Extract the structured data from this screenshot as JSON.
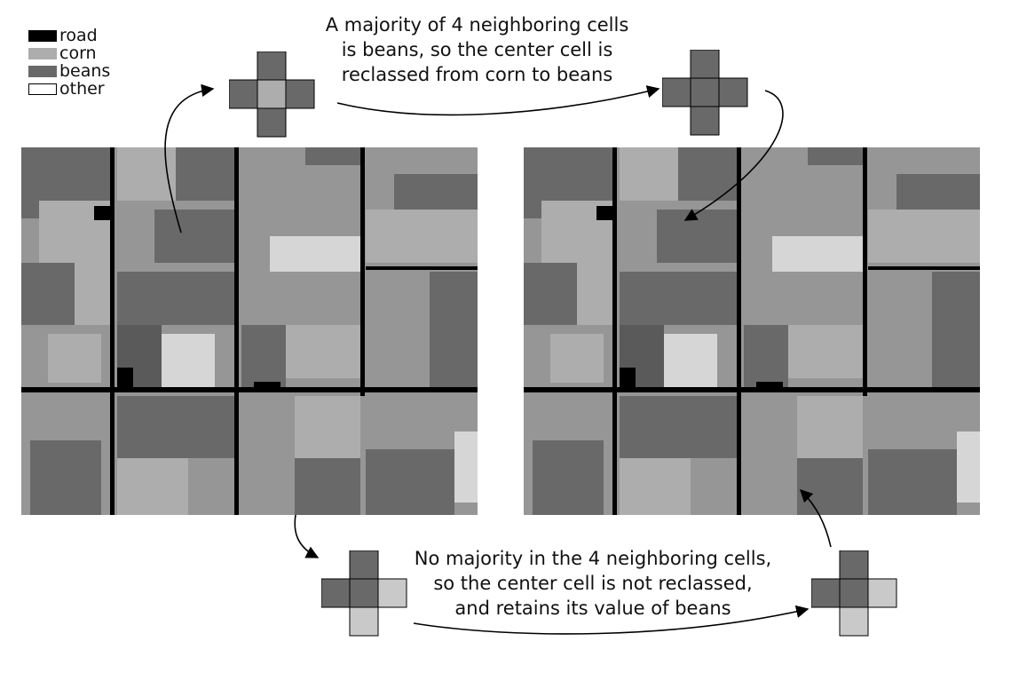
{
  "legend": {
    "items": [
      {
        "label": "road",
        "color": "#000000"
      },
      {
        "label": "corn",
        "color": "#adadad"
      },
      {
        "label": "beans",
        "color": "#696969"
      },
      {
        "label": "other",
        "color": "#ffffff"
      }
    ]
  },
  "captions": {
    "top_line1": "A majority of 4 neighboring cells",
    "top_line2": "is beans, so the center cell is",
    "top_line3": "reclassed from corn to beans",
    "bottom_line1": "No majority in the 4 neighboring cells,",
    "bottom_line2": "so the center cell is not reclassed,",
    "bottom_line3": "and retains its value of beans"
  },
  "crosses": {
    "top_before": {
      "center": "corn",
      "north": "beans",
      "south": "beans",
      "west": "beans",
      "east": "beans"
    },
    "top_after": {
      "center": "beans",
      "north": "beans",
      "south": "beans",
      "west": "beans",
      "east": "beans"
    },
    "bottom_before": {
      "center": "beans",
      "north": "beans",
      "south": "corn",
      "west": "beans",
      "east": "corn"
    },
    "bottom_after": {
      "center": "beans",
      "north": "beans",
      "south": "corn",
      "west": "beans",
      "east": "corn"
    }
  },
  "colors": {
    "road": "#000000",
    "corn": "#adadad",
    "beans": "#696969",
    "other": "#ffffff",
    "light_corn": "#d6d6d6",
    "dark_beans": "#5a5a5a"
  }
}
